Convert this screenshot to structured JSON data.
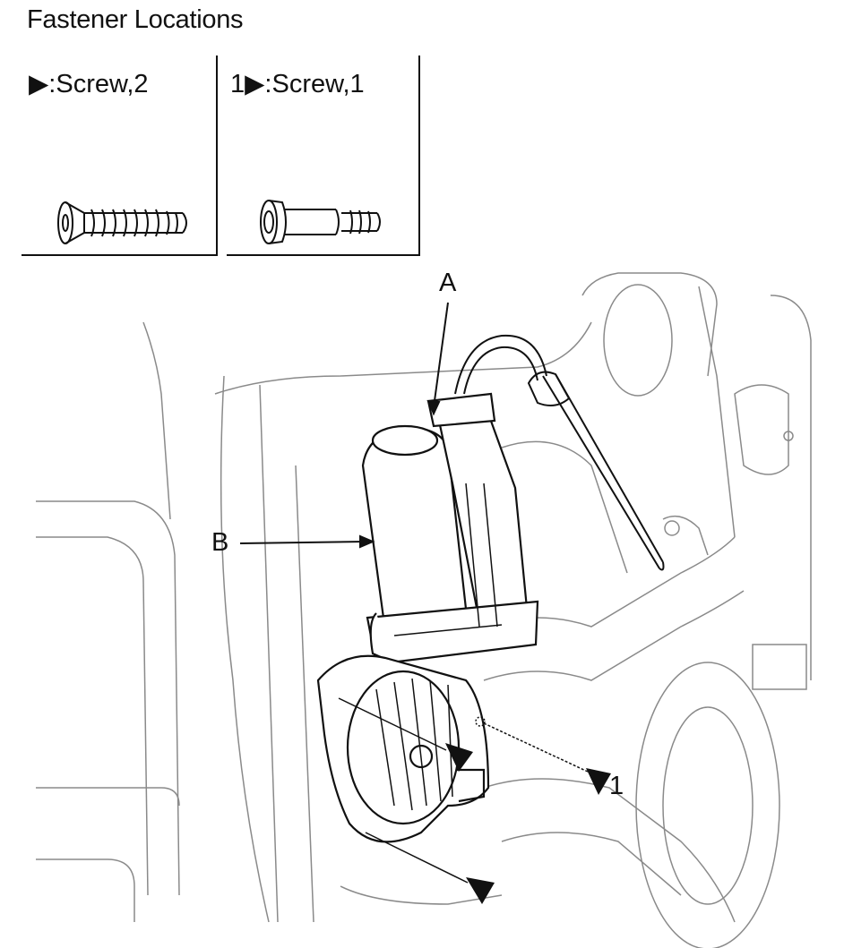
{
  "title": "Fastener Locations",
  "legend": [
    {
      "symbol": "triangle-right-icon",
      "text": "▶:Screw,2"
    },
    {
      "symbol": "triangle-right-icon",
      "text": "1▶:Screw,1"
    }
  ],
  "callouts": {
    "a": "A",
    "b": "B",
    "one": "1"
  },
  "colors": {
    "ink": "#111111",
    "faint": "#8a8a8a",
    "background": "#ffffff"
  }
}
